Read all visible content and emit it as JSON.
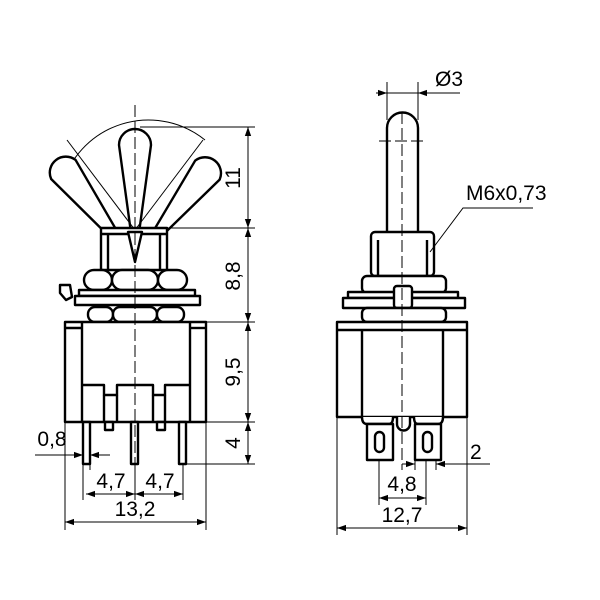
{
  "title": "Miniature toggle switch dimensional drawing",
  "front_view": {
    "dims": {
      "lever_height": "11",
      "bushing_height": "8,8",
      "body_height": "9,5",
      "pin_length": "4",
      "pin_width": "0,8",
      "pin_pitch_left": "4,7",
      "pin_pitch_right": "4,7",
      "body_width": "13,2"
    }
  },
  "side_view": {
    "dims": {
      "lever_diameter": "Ø3",
      "thread": "M6x0,73",
      "terminal_width": "2",
      "terminal_pitch": "4,8",
      "body_width": "12,7"
    }
  },
  "colors": {
    "line": "#000000",
    "background": "#ffffff"
  }
}
